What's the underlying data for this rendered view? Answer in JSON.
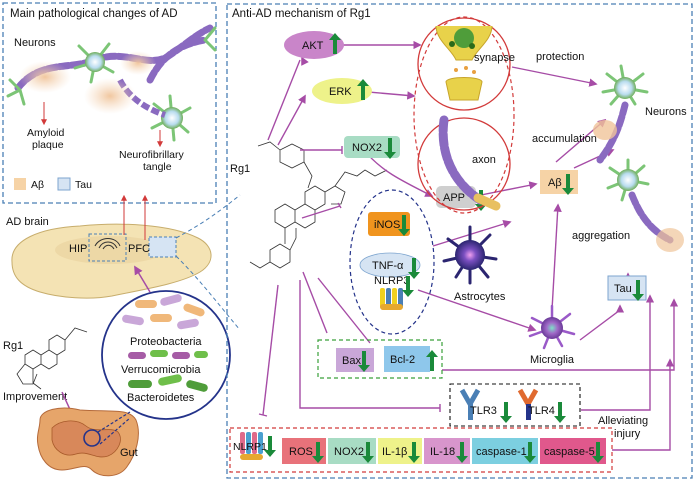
{
  "left": {
    "title": "Main pathological changes of AD",
    "neurons_label": "Neurons",
    "amyloid_label_line1": "Amyloid",
    "amyloid_label_line2": "plaque",
    "tangle_label_line1": "Neurofibrillary",
    "tangle_label_line2": "tangle",
    "legend_abeta": "Aβ",
    "legend_tau": "Tau",
    "ad_brain": "AD brain",
    "hip": "HIP",
    "pfc": "PFC",
    "rg1": "Rg1",
    "improvement": "Improvement",
    "gut": "Gut",
    "bacteria": [
      "Proteobacteria",
      "Verrucomicrobia",
      "Bacteroidetes"
    ]
  },
  "right": {
    "title": "Anti-AD mechanism of Rg1",
    "rg1": "Rg1",
    "akt": "AKT",
    "erk": "ERK",
    "nox2": "NOX2",
    "app": "APP",
    "abeta": "Aβ",
    "synapse": "synapse",
    "axon": "axon",
    "protection": "protection",
    "accumulation": "accumulation",
    "neurons": "Neurons",
    "aggregation": "aggregation",
    "tau": "Tau",
    "inos": "iNOS",
    "tnf": "TNF-α",
    "nlrp3": "NLRP3",
    "astrocytes": "Astrocytes",
    "microglia": "Microglia",
    "bax": "Bax",
    "bcl2": "Bcl-2",
    "tlr3": "TLR3",
    "tlr4": "TLR4",
    "alleviating_line1": "Alleviating",
    "alleviating_line2": "injury",
    "nlrp1": "NLRP1",
    "ros": "ROS",
    "nox2b": "NOX2",
    "il1b": "IL-1β",
    "il18": "IL-18",
    "casp1": "caspase-1",
    "casp5": "caspase-5"
  },
  "colors": {
    "frame": "#4a7fb5",
    "arrow": "#a64ca6",
    "up": "#1a8a3a",
    "down": "#1a8a3a",
    "red_dash": "#d23a3a",
    "navy": "#24338a",
    "neuron": "#7cc576",
    "akt": "#c985c9",
    "erk": "#eef28a",
    "nox2": "#a8dcc4",
    "inos": "#f0941e",
    "app": "#cfcfcf",
    "abeta": "#f6d3a6",
    "bax": "#c9a7d8",
    "bcl2": "#8ec7eb",
    "ros": "#e8727a",
    "il1b": "#eef28a",
    "il18": "#d895cc",
    "casp1": "#7ccfe0",
    "casp5": "#e0588c"
  }
}
